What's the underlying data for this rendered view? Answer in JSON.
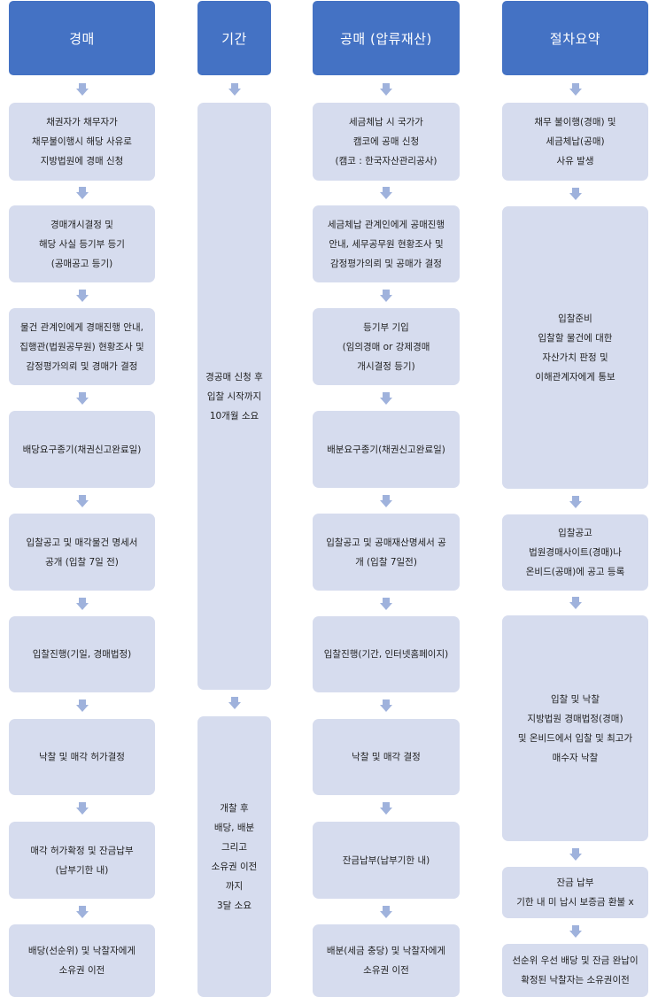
{
  "columns": [
    {
      "header": "경매",
      "boxes": [
        "채권자가 채무자가\n채무불이행시 해당 사유로\n지방법원에 경매 신청",
        "경매개시결정 및\n해당 사실 등기부 등기\n(공매공고 등기)",
        "물건 관계인에게 경매진행 안내,\n집행관(법원공무원) 현황조사 및\n감정평가의뢰 및 경매가 결정",
        "배당요구종기(채권신고완료일)",
        "입찰공고 및 매각물건 명세서\n공개 (입찰 7일 전)",
        "입찰진행(기일, 경매법정)",
        "낙찰 및 매각 허가결정",
        "매각 허가확정 및 잔금납부\n(납부기한 내)",
        "배당(선순위) 및 낙찰자에게\n소유권 이전"
      ]
    },
    {
      "header": "기간",
      "boxes": [
        "경공매 신청 후\n입찰 시작까지\n10개월 소요",
        "개찰 후\n배당, 배분\n그리고\n소유권 이전\n까지\n3달 소요"
      ]
    },
    {
      "header": "공매 (압류재산)",
      "boxes": [
        "세금체납 시 국가가\n캠코에 공매 신청\n(캠코 : 한국자산관리공사)",
        "세금체납 관계인에게 공매진행\n안내, 세무공무원 현황조사 및\n감정평가의뢰 및 공매가 결정",
        "등기부 기입\n(임의경매 or 강제경매\n개시결정 등기)",
        "배분요구종기(채권신고완료일)",
        "입찰공고 및 공매재산명세서 공\n개 (입찰 7일전)",
        "입찰진행(기간, 인터넷홈페이지)",
        "낙찰 및 매각 결정",
        "잔금납부(납부기한 내)",
        "배분(세금 충당) 및 낙찰자에게\n소유권 이전"
      ]
    },
    {
      "header": "절차요약",
      "boxes": [
        "채무 불이행(경매) 및\n세금체납(공매)\n사유 발생",
        "입찰준비\n입찰할 물건에 대한\n자산가치 판정 및\n이해관계자에게 통보",
        "입찰공고\n법원경매사이트(경매)나\n온비드(공매)에 공고 등록",
        "입찰 및 낙찰\n지방법원 경매법정(경매)\n및 온비드에서 입찰 및 최고가\n매수자 낙찰",
        "잔금 납부\n기한 내 미 납시 보증금 환불 x",
        "선순위 우선 배당 및 잔금 완납이\n확정된 낙찰자는 소유권이전"
      ]
    }
  ],
  "colors": {
    "header_bg": "#4472c4",
    "header_text": "#ffffff",
    "box_bg": "#d6dcee",
    "arrow": "#9fb2dc"
  }
}
